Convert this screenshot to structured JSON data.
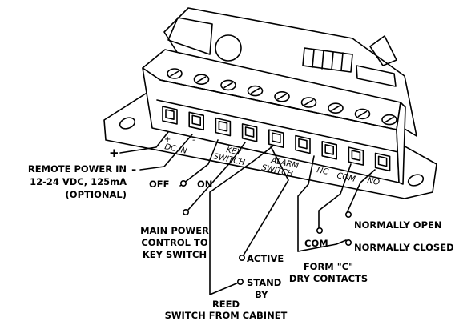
{
  "terminal_labels": {
    "plus_small": "+",
    "dc_in": "DC IN",
    "minus_small": "-",
    "key_switch_1": "KEY",
    "key_switch_2": "SWITCH",
    "alarm_switch_1": "ALARM",
    "alarm_switch_2": "SWITCH",
    "nc": "NC",
    "com": "COM",
    "no": "NO"
  },
  "callouts": {
    "plus": "+",
    "minus": "-",
    "remote_power_1": "REMOTE POWER IN",
    "remote_power_2": "12-24 VDC, 125mA",
    "remote_power_3": "(OPTIONAL)",
    "off": "OFF",
    "on": "ON",
    "main_power_1": "MAIN POWER",
    "main_power_2": "CONTROL TO",
    "main_power_3": "KEY SWITCH",
    "active": "ACTIVE",
    "stand_1": "STAND",
    "stand_2": "BY",
    "reed_1": "REED",
    "reed_2": "SWITCH FROM CABINET",
    "normally_open": "NORMALLY OPEN",
    "com": "COM",
    "normally_closed": "NORMALLY CLOSED",
    "form_c_1": "FORM \"C\"",
    "form_c_2": "DRY CONTACTS"
  }
}
